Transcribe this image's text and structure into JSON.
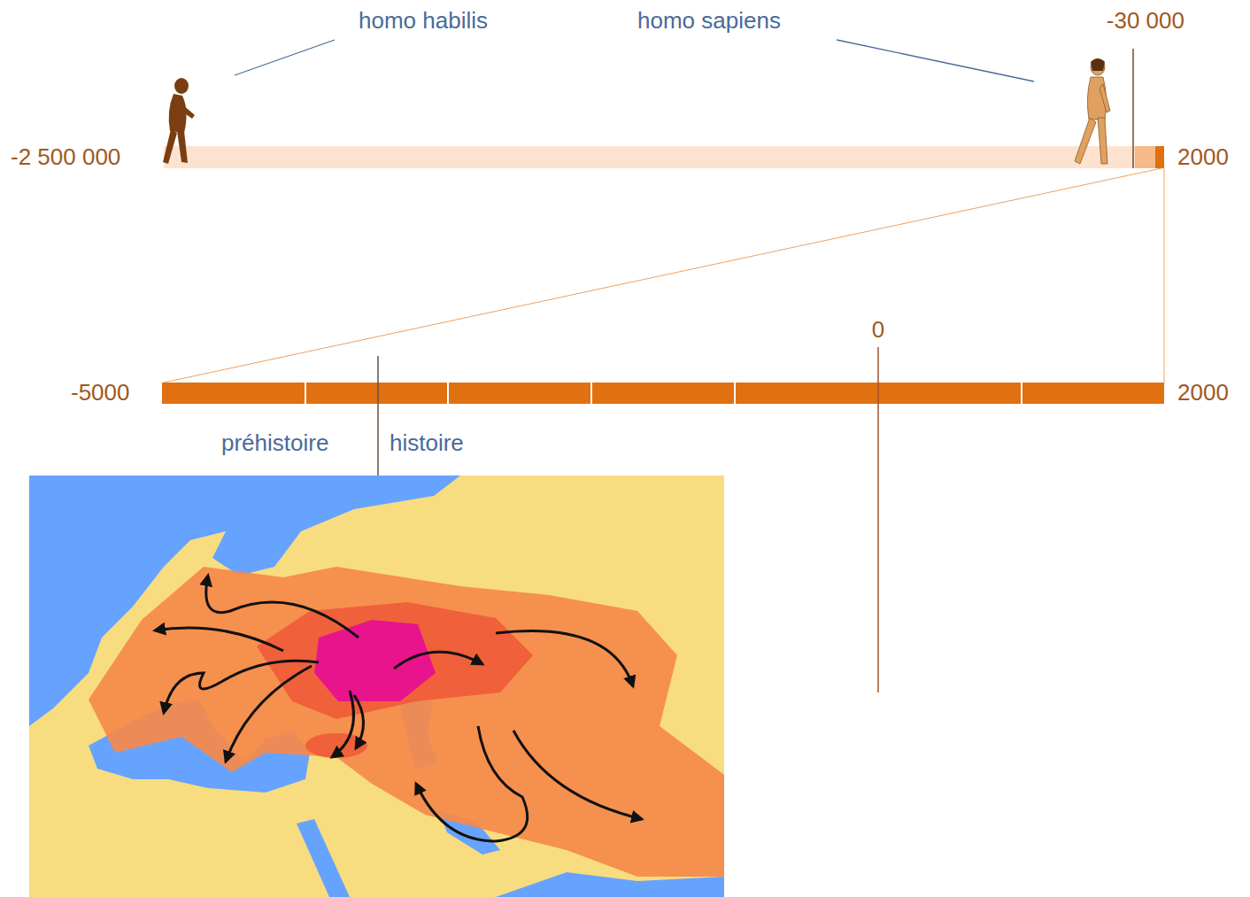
{
  "diagram": {
    "labels": [
      "homo habilis",
      "homo sapiens",
      "-30 000",
      "-2 500 000",
      "2000",
      "0",
      "-5000",
      "2000",
      "préhistoire",
      "histoire"
    ]
  }
}
